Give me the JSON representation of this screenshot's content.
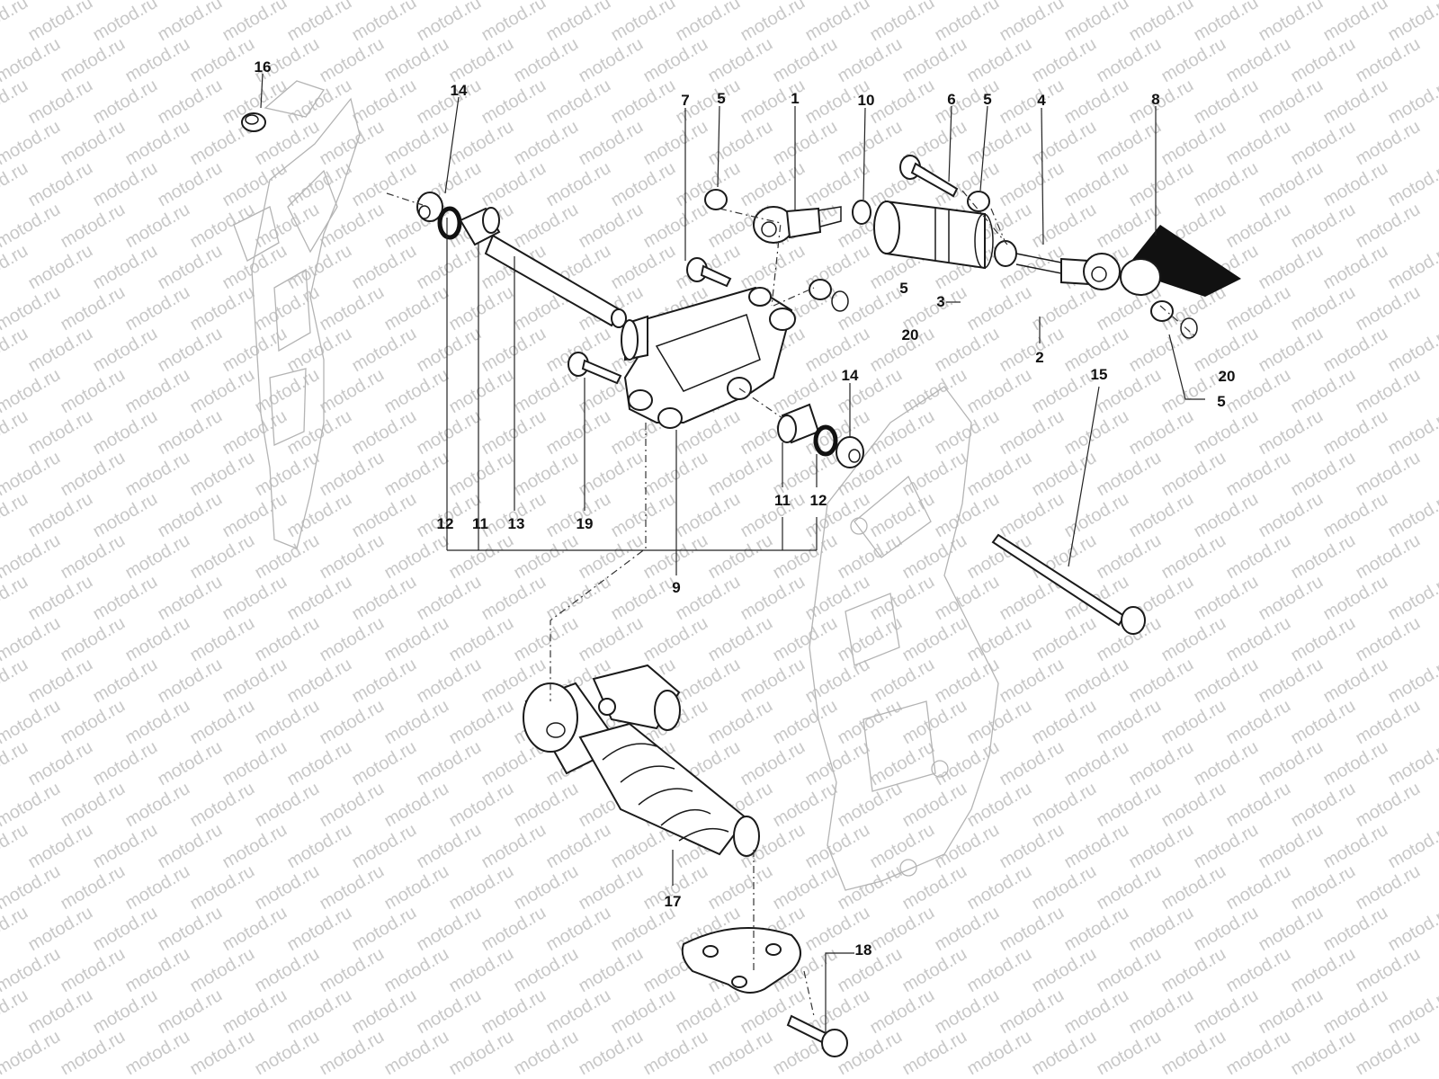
{
  "watermark": {
    "text": "motod.ru",
    "color": "#c8c8c8"
  },
  "callouts": [
    {
      "id": "c16",
      "text": "16"
    },
    {
      "id": "c14a",
      "text": "14"
    },
    {
      "id": "c7",
      "text": "7"
    },
    {
      "id": "c5a",
      "text": "5"
    },
    {
      "id": "c1",
      "text": "1"
    },
    {
      "id": "c10",
      "text": "10"
    },
    {
      "id": "c6",
      "text": "6"
    },
    {
      "id": "c5b",
      "text": "5"
    },
    {
      "id": "c4",
      "text": "4"
    },
    {
      "id": "c8",
      "text": "8"
    },
    {
      "id": "c5c",
      "text": "5"
    },
    {
      "id": "c3",
      "text": "3"
    },
    {
      "id": "c20a",
      "text": "20"
    },
    {
      "id": "c2",
      "text": "2"
    },
    {
      "id": "c20b",
      "text": "20"
    },
    {
      "id": "c5d",
      "text": "5"
    },
    {
      "id": "c15",
      "text": "15"
    },
    {
      "id": "c14b",
      "text": "14"
    },
    {
      "id": "c12a",
      "text": "12"
    },
    {
      "id": "c11a",
      "text": "11"
    },
    {
      "id": "c13",
      "text": "13"
    },
    {
      "id": "c19",
      "text": "19"
    },
    {
      "id": "c11b",
      "text": "11"
    },
    {
      "id": "c12b",
      "text": "12"
    },
    {
      "id": "c9",
      "text": "9"
    },
    {
      "id": "c17",
      "text": "17"
    },
    {
      "id": "c18",
      "text": "18"
    }
  ]
}
